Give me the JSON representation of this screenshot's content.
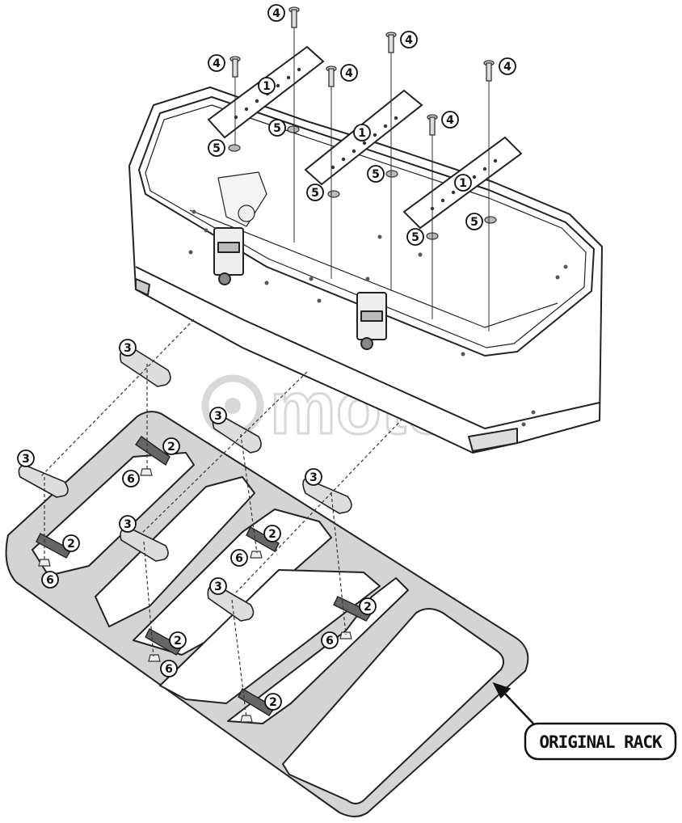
{
  "diagram": {
    "watermark": "motoin",
    "rack_label": "ORIGINAL RACK",
    "callouts": [
      {
        "id": "c4a",
        "text": "4"
      },
      {
        "id": "c4b",
        "text": "4"
      },
      {
        "id": "c4c",
        "text": "4"
      },
      {
        "id": "c4d",
        "text": "4"
      },
      {
        "id": "c4e",
        "text": "4"
      },
      {
        "id": "c4f",
        "text": "4"
      },
      {
        "id": "c1a",
        "text": "1"
      },
      {
        "id": "c1b",
        "text": "1"
      },
      {
        "id": "c1c",
        "text": "1"
      },
      {
        "id": "c5a",
        "text": "5"
      },
      {
        "id": "c5b",
        "text": "5"
      },
      {
        "id": "c5c",
        "text": "5"
      },
      {
        "id": "c5d",
        "text": "5"
      },
      {
        "id": "c5e",
        "text": "5"
      },
      {
        "id": "c5f",
        "text": "5"
      },
      {
        "id": "c3a",
        "text": "3"
      },
      {
        "id": "c3b",
        "text": "3"
      },
      {
        "id": "c3c",
        "text": "3"
      },
      {
        "id": "c3d",
        "text": "3"
      },
      {
        "id": "c3e",
        "text": "3"
      },
      {
        "id": "c3f",
        "text": "3"
      },
      {
        "id": "c2a",
        "text": "2"
      },
      {
        "id": "c2b",
        "text": "2"
      },
      {
        "id": "c2c",
        "text": "2"
      },
      {
        "id": "c2d",
        "text": "2"
      },
      {
        "id": "c2e",
        "text": "2"
      },
      {
        "id": "c2f",
        "text": "2"
      },
      {
        "id": "c6a",
        "text": "6"
      },
      {
        "id": "c6b",
        "text": "6"
      },
      {
        "id": "c6c",
        "text": "6"
      },
      {
        "id": "c6d",
        "text": "6"
      },
      {
        "id": "c6e",
        "text": "6"
      }
    ]
  }
}
